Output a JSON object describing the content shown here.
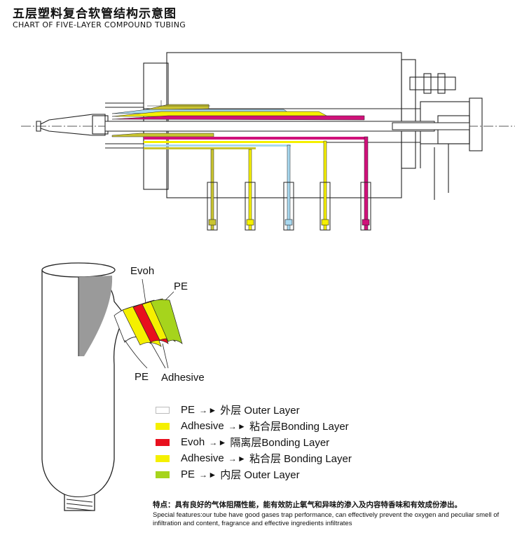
{
  "title_cn": "五层塑料复合软管结构示意图",
  "title_en": "CHART OF FIVE-LAYER COMPOUND TUBING",
  "tube_labels": {
    "evoh": "Evoh",
    "pe_top": "PE",
    "pe_bottom": "PE",
    "adhesive": "Adhesive"
  },
  "legend": [
    {
      "layer": "PE",
      "arrow": "→ ►",
      "desc": "外层 Outer Layer",
      "color": "#ffffff"
    },
    {
      "layer": "Adhesive",
      "arrow": "→ ►",
      "desc": "粘合层Bonding Layer",
      "color": "#f5f000"
    },
    {
      "layer": "Evoh",
      "arrow": "→ ►",
      "desc": "隔离层Bonding Layer",
      "color": "#e8101e"
    },
    {
      "layer": "Adhesive",
      "arrow": "→ ►",
      "desc": "粘合层 Bonding Layer",
      "color": "#f5f000"
    },
    {
      "layer": "PE",
      "arrow": "→ ►",
      "desc": "内层 Outer Layer",
      "color": "#a6d41c"
    }
  ],
  "features_cn": "特点：具有良好的气体阻隔性能，能有效防止氧气和异味的渗入及内容特香味和有效成份渗出。",
  "features_en": "Special features:our tube have good gases trap performance, can effectively prevent the oxygen and peculiar smell of infiltration and content, fragrance and effective ingredients infiltrates",
  "colors": {
    "yellow": "#f5f000",
    "red": "#e8101e",
    "green": "#a6d41c",
    "blue": "#a8d8ef",
    "magenta": "#d0117a",
    "olive": "#c9c431"
  }
}
